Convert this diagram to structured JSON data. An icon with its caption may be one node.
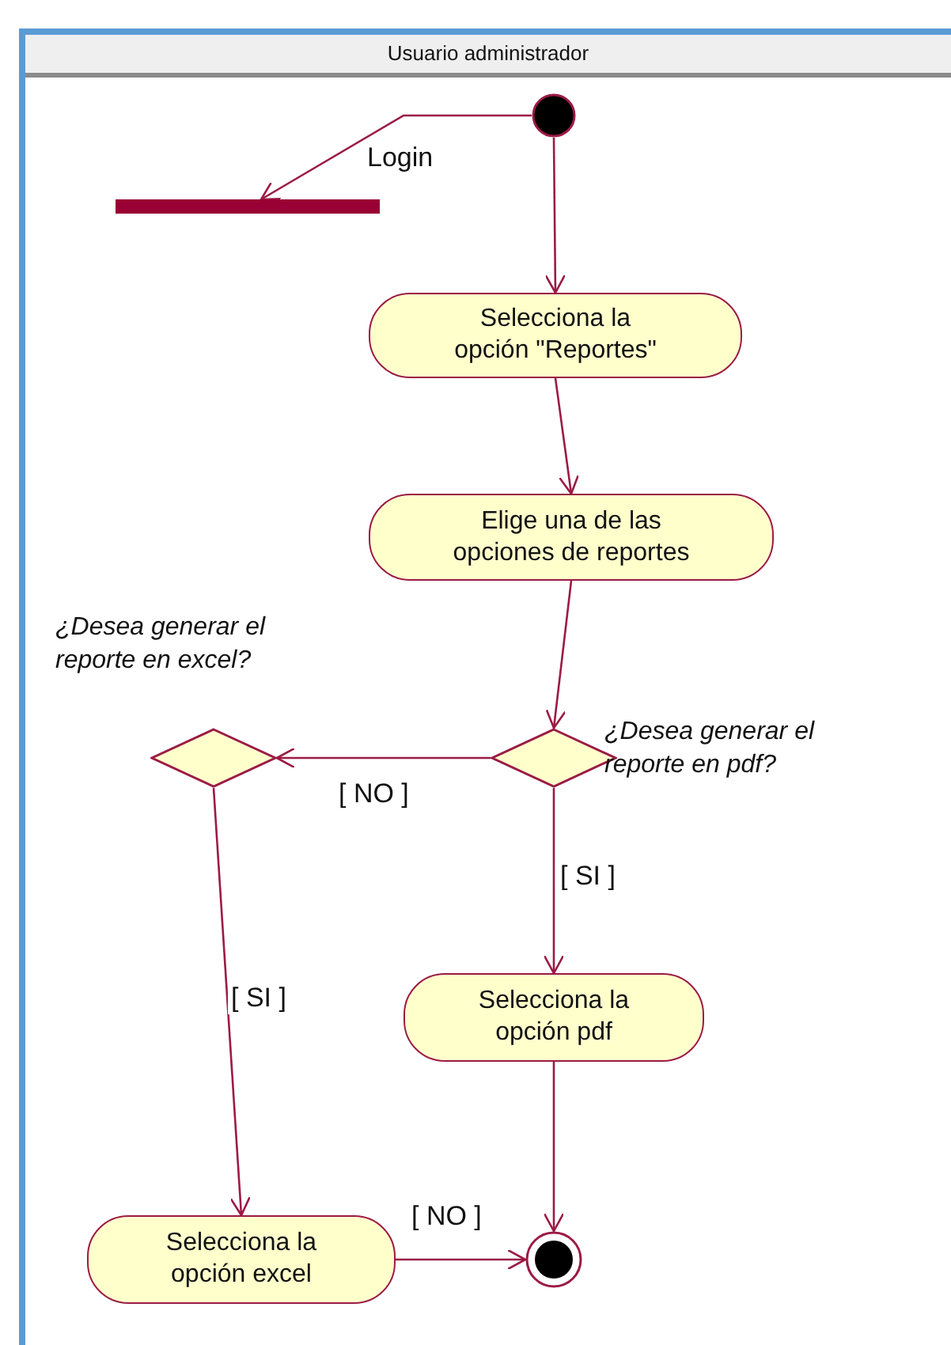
{
  "diagram": {
    "nodes": [
      {
        "text": [
          "Usuario administrador"
        ]
      },
      {
        "text": [],
        "shape": "circle",
        "in": 0
      },
      {
        "text": [],
        "shape": "bar",
        "in": 0
      },
      {
        "text": [
          "Selecciona la opción \"Reportes\""
        ],
        "in": 0
      },
      {
        "text": [
          "Elige una de las opciones de reportes"
        ],
        "in": 0
      },
      {
        "text": [],
        "shape": "diamond",
        "in": 0,
        "beside": [
          "¿Desea generar el reporte en pdf?"
        ]
      },
      {
        "text": [],
        "shape": "diamond",
        "in": 0,
        "beside": [
          "¿Desea generar el reporte en excel?"
        ]
      },
      {
        "text": [
          "Selecciona la opción pdf"
        ],
        "in": 0
      },
      {
        "text": [
          "Selecciona la opción excel"
        ],
        "in": 0
      },
      {
        "text": [],
        "shape": "bullseye",
        "in": 0
      }
    ],
    "edges": [
      {
        "from": 1,
        "to": 2,
        "arrow": "to",
        "label": "Login"
      },
      {
        "from": 1,
        "to": 3,
        "arrow": "to"
      },
      {
        "from": 3,
        "to": 4,
        "arrow": "to"
      },
      {
        "from": 4,
        "to": 5,
        "arrow": "to"
      },
      {
        "from": 5,
        "to": 6,
        "arrow": "to",
        "label": "[ NO ]"
      },
      {
        "from": 5,
        "to": 7,
        "arrow": "to",
        "label": "[ SI ]"
      },
      {
        "from": 6,
        "to": 8,
        "arrow": "to",
        "label": "[ SI ]"
      },
      {
        "from": 7,
        "to": 9,
        "arrow": "to"
      },
      {
        "from": 8,
        "to": 9,
        "arrow": "to",
        "label": "[ NO ]"
      }
    ]
  }
}
